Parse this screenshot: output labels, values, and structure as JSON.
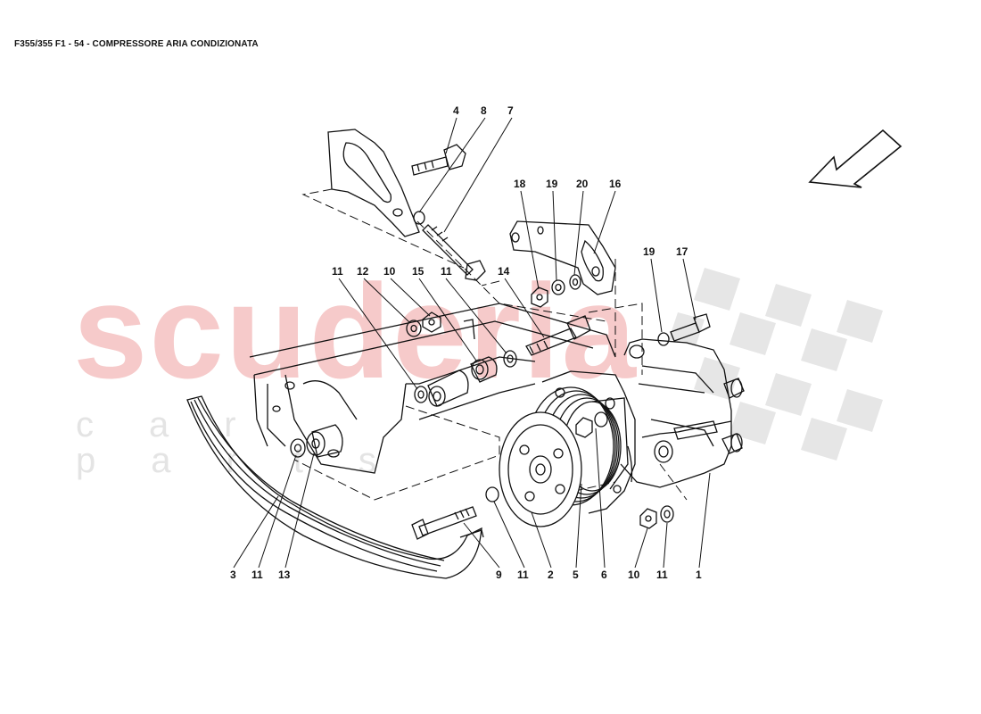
{
  "title": "F355/355 F1 - 54 - COMPRESSORE ARIA CONDIZIONATA",
  "watermark": {
    "brand": "scuderia",
    "tagline": "car parts",
    "brand_color": "#f6caca",
    "tagline_color": "#e4e4e4"
  },
  "callouts": {
    "c4": "4",
    "c8": "8",
    "c7": "7",
    "c18": "18",
    "c19a": "19",
    "c20": "20",
    "c16": "16",
    "c19b": "19",
    "c17": "17",
    "c11a": "11",
    "c12": "12",
    "c10a": "10",
    "c15": "15",
    "c11b": "11",
    "c14": "14",
    "c3": "3",
    "c11c": "11",
    "c13": "13",
    "c9": "9",
    "c11d": "11",
    "c2": "2",
    "c5": "5",
    "c6": "6",
    "c10b": "10",
    "c11e": "11",
    "c1": "1"
  },
  "icons": {
    "direction": "view-direction-arrow-icon"
  }
}
